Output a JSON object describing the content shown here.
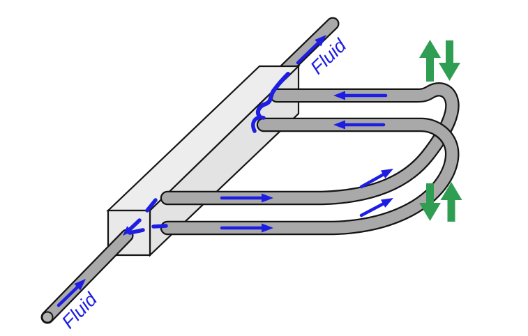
{
  "diagram": {
    "type": "serpentine-tube-heat-exchanger",
    "labels": {
      "inlet_fluid": "Fluid",
      "outlet_fluid": "Fluid"
    },
    "flow_arrows": [
      {
        "location": "inlet-pipe",
        "direction": "up-right-into-manifold"
      },
      {
        "location": "outlet-pipe",
        "direction": "up-right-out-of-manifold"
      },
      {
        "location": "tube-1-top",
        "direction": "left"
      },
      {
        "location": "tube-2",
        "direction": "left"
      },
      {
        "location": "tube-3",
        "direction": "right"
      },
      {
        "location": "tube-4-bottom",
        "direction": "right"
      },
      {
        "location": "inner-return-bend",
        "direction": "up-right"
      },
      {
        "location": "outer-return-bend",
        "direction": "up-right"
      }
    ],
    "heat_arrows": [
      {
        "position": "top-right",
        "arrows": [
          "up",
          "down"
        ]
      },
      {
        "position": "bottom-right",
        "arrows": [
          "down",
          "up"
        ]
      }
    ]
  },
  "colors": {
    "bg": "#ffffff",
    "flow-blue": "#1d1de4",
    "heat-green": "#2f9e53",
    "tube-fill": "#a9a9a9",
    "tube-outline": "#141414",
    "box-top": "#ededed",
    "box-right": "#e3e3e3",
    "box-front": "#e9e9e9"
  }
}
